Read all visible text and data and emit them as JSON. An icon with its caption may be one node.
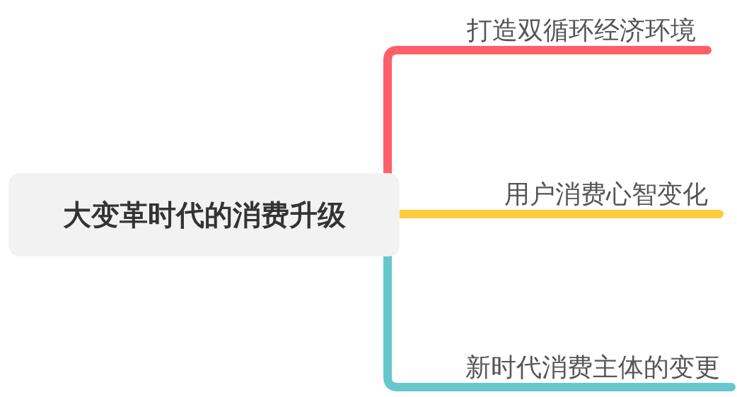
{
  "diagram": {
    "nodes": [
      {
        "text": [
          "大变革时代的消费升级"
        ]
      },
      {
        "text": [
          "打造双循环经济环境"
        ]
      },
      {
        "text": [
          "用户消费心智变化"
        ]
      },
      {
        "text": [
          "新时代消费主体的变更"
        ]
      }
    ],
    "edges": [
      {
        "from": 0,
        "to": 1,
        "arrow": "none",
        "color": "#ff5f6a"
      },
      {
        "from": 0,
        "to": 2,
        "arrow": "none",
        "color": "#ffcc3c"
      },
      {
        "from": 0,
        "to": 3,
        "arrow": "none",
        "color": "#66c8cc"
      }
    ]
  }
}
